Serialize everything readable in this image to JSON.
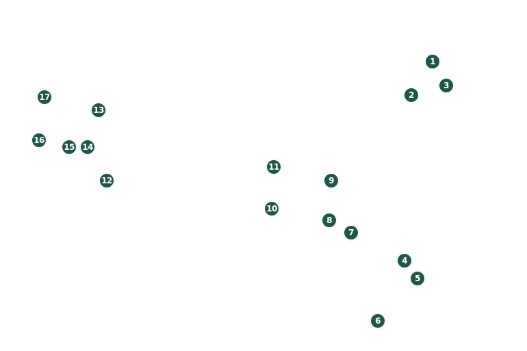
{
  "map": {
    "marker_color": "#1f5649",
    "marker_text_color": "#ffffff",
    "markers": [
      {
        "label": "1"
      },
      {
        "label": "2"
      },
      {
        "label": "3"
      },
      {
        "label": "4"
      },
      {
        "label": "5"
      },
      {
        "label": "6"
      },
      {
        "label": "7"
      },
      {
        "label": "8"
      },
      {
        "label": "9"
      },
      {
        "label": "10"
      },
      {
        "label": "11"
      },
      {
        "label": "12"
      },
      {
        "label": "13"
      },
      {
        "label": "14"
      },
      {
        "label": "15"
      },
      {
        "label": "16"
      },
      {
        "label": "17"
      }
    ]
  }
}
